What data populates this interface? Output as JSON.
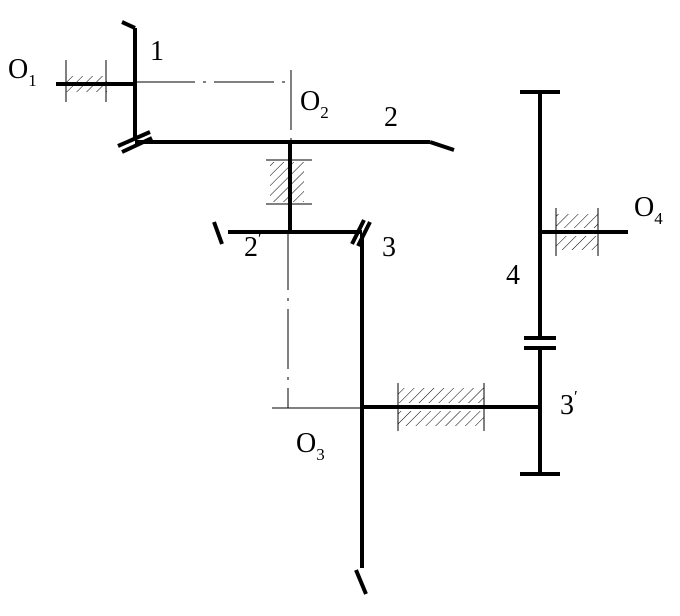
{
  "labels": {
    "o1": "O",
    "o1_sub": "1",
    "o2": "O",
    "o2_sub": "2",
    "o3": "O",
    "o3_sub": "3",
    "o4": "O",
    "o4_sub": "4",
    "gear1": "1",
    "gear2": "2",
    "gear2p": "2",
    "gear2p_prime": "′",
    "gear3": "3",
    "gear3p": "3",
    "gear3p_prime": "′",
    "gear4": "4"
  },
  "colors": {
    "stroke": "#000000",
    "background": "#ffffff"
  }
}
